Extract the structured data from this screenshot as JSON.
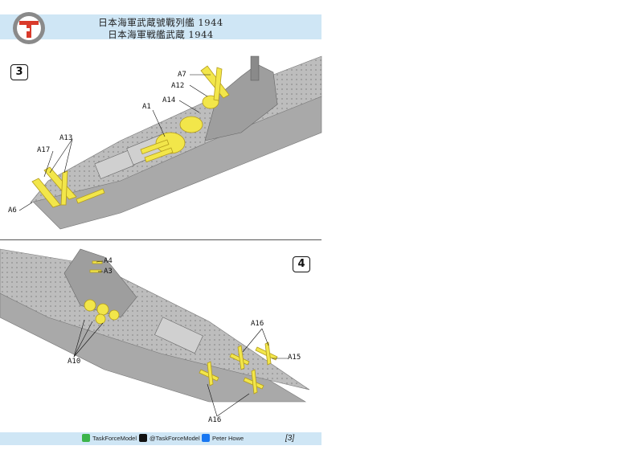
{
  "header": {
    "title_line1": "日本海軍武蔵號戰列艦 1944",
    "title_line2": "日本海軍戦艦武蔵 1944"
  },
  "colors": {
    "header_band": "#cfe6f5",
    "pe_part": "#f2e64a",
    "hull": "#c9c9c9",
    "logo_red": "#d93a2b",
    "logo_gray": "#8a8a8a"
  },
  "steps": [
    {
      "number": "3",
      "callouts": [
        "A7",
        "A12",
        "A14",
        "A1",
        "A13",
        "A17",
        "A6"
      ]
    },
    {
      "number": "4",
      "callouts": [
        "A4",
        "A3",
        "A16",
        "A15",
        "A10",
        "A16"
      ]
    }
  ],
  "footer": {
    "wechat": "TaskForceModel",
    "x_handle": "@TaskForceModel",
    "facebook": "Peter Howe",
    "page_number": "[3]"
  }
}
